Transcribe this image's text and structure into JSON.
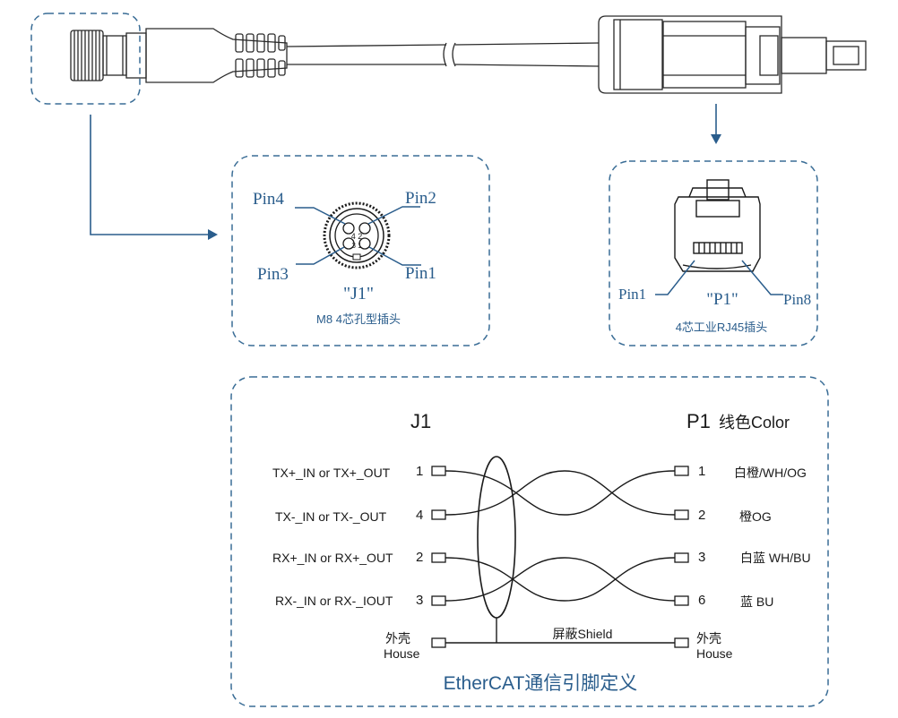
{
  "colors": {
    "accent_blue": "#2a5d8c",
    "line_black": "#1a1a1a",
    "dash_blue": "#3a6d96"
  },
  "j1_callout": {
    "pin4": "Pin4",
    "pin2": "Pin2",
    "pin3": "Pin3",
    "pin1": "Pin1",
    "face_top": "4 2",
    "face_bottom": "3 1",
    "name": "\"J1\"",
    "caption": "M8 4芯孔型插头"
  },
  "p1_callout": {
    "pin1": "Pin1",
    "pin8": "Pin8",
    "name": "\"P1\"",
    "caption": "4芯工业RJ45插头"
  },
  "wiring": {
    "j1_title": "J1",
    "p1_title": "P1",
    "color_title": "线色Color",
    "left_rows": [
      {
        "signal": "TX+_IN or TX+_OUT",
        "pin": "1"
      },
      {
        "signal": "TX-_IN or TX-_OUT",
        "pin": "4"
      },
      {
        "signal": "RX+_IN or RX+_OUT",
        "pin": "2"
      },
      {
        "signal": "RX-_IN or RX-_IOUT",
        "pin": "3"
      }
    ],
    "right_rows": [
      {
        "pin": "1",
        "color": "白橙/WH/OG"
      },
      {
        "pin": "2",
        "color": "橙OG"
      },
      {
        "pin": "3",
        "color": "白蓝 WH/BU"
      },
      {
        "pin": "6",
        "color": "蓝 BU"
      }
    ],
    "house_cn": "外壳",
    "house_en": "House",
    "shield": "屏蔽Shield",
    "footer": "EtherCAT通信引脚定义"
  }
}
